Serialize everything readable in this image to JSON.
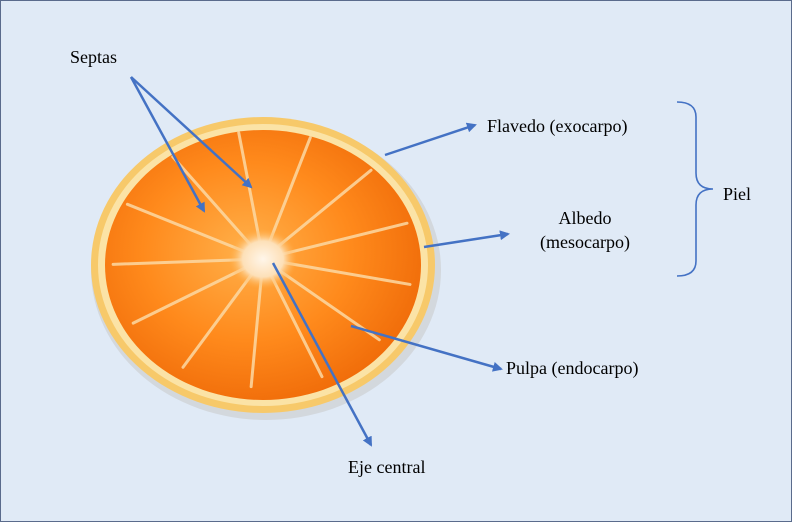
{
  "labels": {
    "septas": "Septas",
    "flavedo": "Flavedo (exocarpo)",
    "albedo_line1": "Albedo",
    "albedo_line2": "(mesocarpo)",
    "piel": "Piel",
    "pulpa": "Pulpa (endocarpo)",
    "eje": "Eje central"
  },
  "colors": {
    "background": "#e0eaf6",
    "border": "#5a6b8c",
    "arrow": "#4472c4",
    "brace": "#4472c4",
    "peel": "#f7d27a",
    "flesh": "#ff8a1c",
    "flesh_dark": "#f06a0a",
    "segment_line": "#fbd8a0"
  },
  "icons": {
    "subject": "orange-half-cross-section-image"
  }
}
